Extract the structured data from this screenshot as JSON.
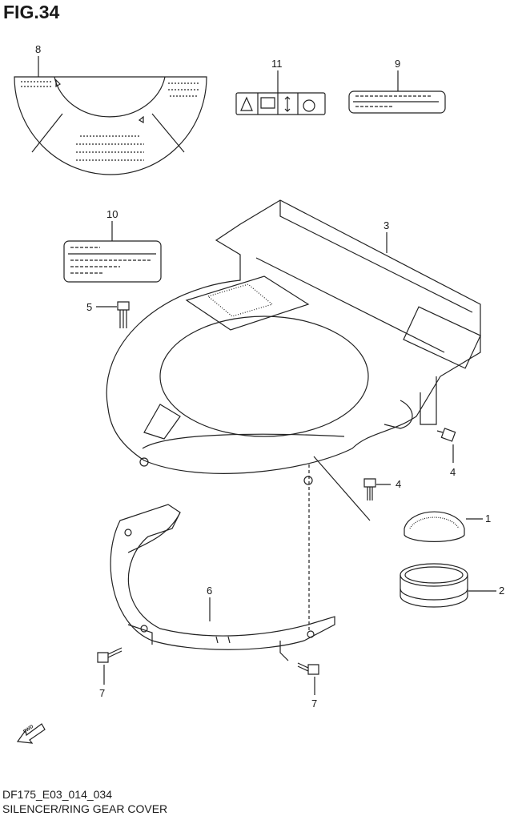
{
  "figure_title": "FIG.34",
  "diagram_code": "DF175_E03_014_034",
  "caption": "SILENCER/RING GEAR COVER",
  "fwd_label": "FWD",
  "callouts": [
    "8",
    "11",
    "9",
    "10",
    "3",
    "5",
    "4",
    "4",
    "1",
    "2",
    "6",
    "7",
    "7"
  ]
}
